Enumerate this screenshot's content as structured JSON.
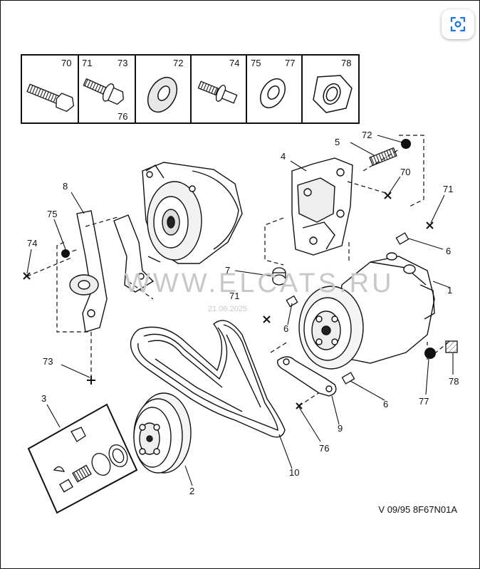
{
  "hardware_box": {
    "cells": [
      {
        "nums": [
          "70"
        ],
        "sub": ""
      },
      {
        "nums": [
          "71",
          "73"
        ],
        "sub": "76"
      },
      {
        "nums": [
          "72"
        ],
        "sub": ""
      },
      {
        "nums": [
          "74"
        ],
        "sub": ""
      },
      {
        "nums": [
          "75",
          "77"
        ],
        "sub": ""
      },
      {
        "nums": [
          "78"
        ],
        "sub": ""
      }
    ]
  },
  "callouts": {
    "p1": "1",
    "p2": "2",
    "p3": "3",
    "p4": "4",
    "p5": "5",
    "p6a": "6",
    "p6b": "6",
    "p6c": "6",
    "p7": "7",
    "p8": "8",
    "p9": "9",
    "p10": "10",
    "p70": "70",
    "p71a": "71",
    "p71b": "71",
    "p72": "72",
    "p73": "73",
    "p74": "74",
    "p75": "75",
    "p76": "76",
    "p77": "77",
    "p78": "78"
  },
  "watermark": {
    "text": "WWW.ELCATS.RU",
    "date": "21.06.2025"
  },
  "reference": "V 09/95  8F67N01A",
  "icons": {
    "scan": "scan-lens-icon"
  }
}
